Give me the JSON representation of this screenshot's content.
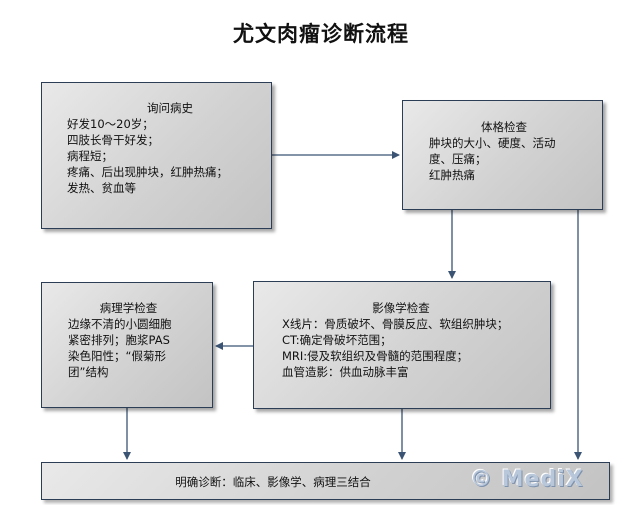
{
  "title": "尤文肉瘤诊断流程",
  "history": {
    "heading": "询问病史",
    "lines": [
      "好发10～20岁；",
      "四肢长骨干好发；",
      "病程短；",
      "疼痛、后出现肿块，红肿热痛；",
      "发热、贫血等"
    ]
  },
  "physical": {
    "heading": "体格检查",
    "lines": [
      "肿块的大小、硬度、活动",
      "度、压痛；",
      "红肿热痛"
    ]
  },
  "pathology": {
    "heading": "病理学检查",
    "lines": [
      "边缘不清的小圆细胞",
      "紧密排列；胞浆PAS",
      "染色阳性；“假菊形",
      "团”结构"
    ]
  },
  "imaging": {
    "heading": "影像学检查",
    "lines": [
      "X线片：骨质破坏、骨膜反应、软组织肿块；",
      "CT:确定骨破坏范围；",
      "MRI:侵及软组织及骨髓的范围程度；",
      "血管造影：供血动脉丰富"
    ]
  },
  "conclusion": {
    "text": "明确诊断：临床、影像学、病理三结合"
  },
  "watermark": "© MediX",
  "colors": {
    "box_border": "#2c3e55",
    "arrow": "#3b5474",
    "watermark": "#b9c7db"
  }
}
